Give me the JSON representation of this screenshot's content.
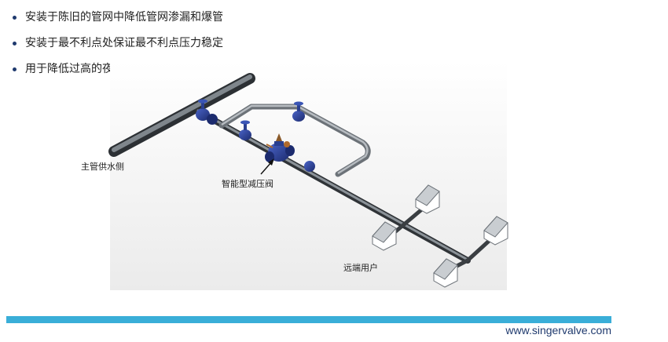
{
  "bullets": [
    "安装于陈旧的管网中降低管网渗漏和爆管",
    "安装于最不利点处保证最不利点压力稳定",
    "用于降低过高的夜间压力和管网渗漏"
  ],
  "labels": {
    "main_supply": "主管供水侧",
    "smart_valve": "智能型减压阀",
    "remote_user": "远端用户"
  },
  "footer": {
    "url": "www.singervalve.com"
  },
  "colors": {
    "accent_bar": "#3aaed8",
    "pipe": "#555a60",
    "valve": "#2a3f8f",
    "url_text": "#1f3a6e"
  }
}
